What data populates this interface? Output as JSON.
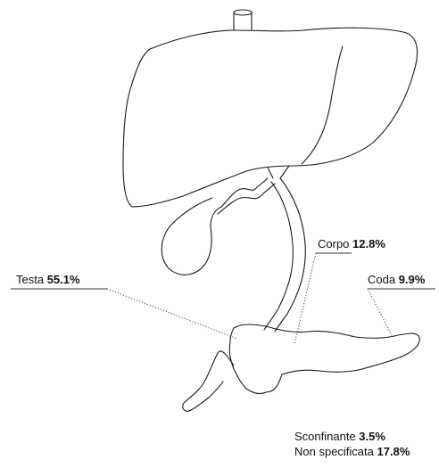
{
  "labels": {
    "testa": {
      "name": "Testa",
      "value": "55.1%"
    },
    "corpo": {
      "name": "Corpo",
      "value": "12.8%"
    },
    "coda": {
      "name": "Coda",
      "value": "9.9%"
    },
    "sconfinante": {
      "name": "Sconfinante",
      "value": "3.5%"
    },
    "non_specificata": {
      "name": "Non specificata",
      "value": "17.8%"
    }
  }
}
